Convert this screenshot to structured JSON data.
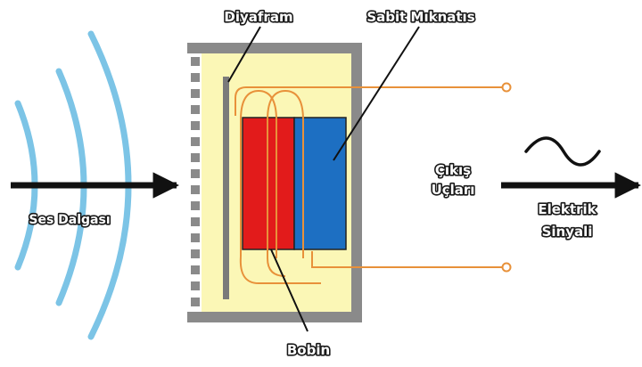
{
  "labels": {
    "diaphragm": "Diyafram",
    "permanent_magnet": "Sabit Mıknatıs",
    "sound_wave": "Ses Dalgası",
    "coil": "Bobin",
    "output_terminals_line1": "Çıkış",
    "output_terminals_line2": "Uçları",
    "electric_signal_line1": "Elektrik",
    "electric_signal_line2": "Sinyali"
  },
  "icons": {
    "sine_wave": "sine-wave-icon",
    "arrow_in": "arrow-right-icon",
    "arrow_out": "arrow-right-icon"
  },
  "colors": {
    "sound_wave": "#7cc4e6",
    "housing": "#8a8a8a",
    "interior": "#fbf7b6",
    "coil_body": "#e21b1b",
    "magnet": "#1d6fc2",
    "wire": "#e8913a",
    "arrow": "#111111"
  }
}
